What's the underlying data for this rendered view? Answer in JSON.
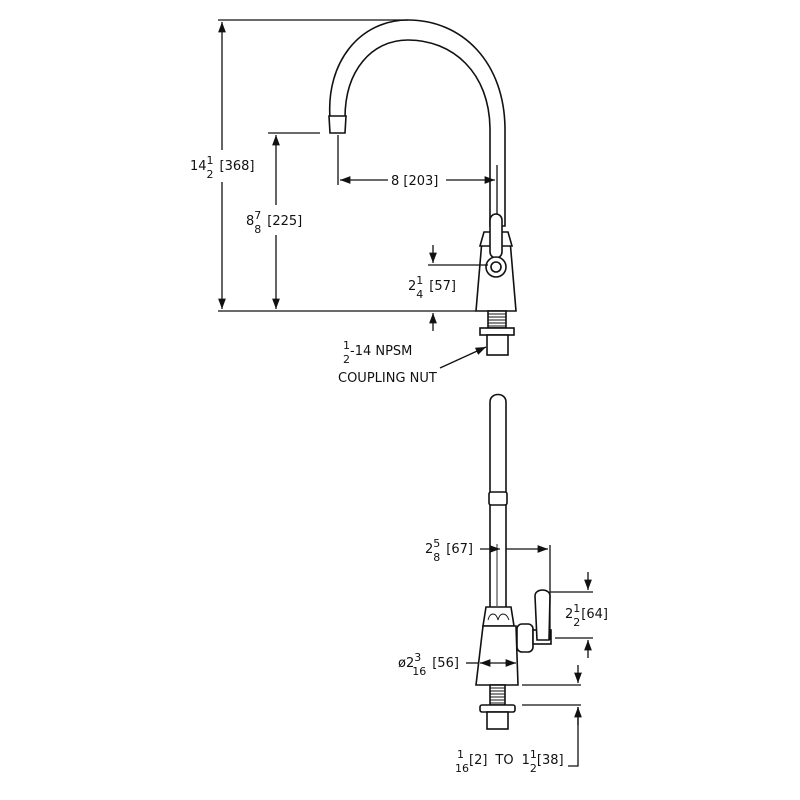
{
  "drawing": {
    "front_view": {
      "overall_height": {
        "whole": "14",
        "num": "1",
        "den": "2",
        "metric": "[368]"
      },
      "spout_height": {
        "whole": "8",
        "num": "7",
        "den": "8",
        "metric": "[225]"
      },
      "spout_reach": {
        "label": "8 [203]"
      },
      "handle_height": {
        "whole": "2",
        "num": "1",
        "den": "4",
        "metric": "[57]"
      },
      "coupling": {
        "num": "1",
        "den": "2",
        "thread": "-14 NPSM",
        "line2": "COUPLING NUT"
      }
    },
    "side_view": {
      "handle_reach": {
        "whole": "2",
        "num": "5",
        "den": "8",
        "metric": "[67]"
      },
      "handle_length": {
        "whole": "2",
        "num": "1",
        "den": "2",
        "metric": "[64]"
      },
      "base_diameter": {
        "prefix": "ø2",
        "num": "3",
        "den": "16",
        "metric": "[56]"
      },
      "deck_range": {
        "num1": "1",
        "den1": "16",
        "metric1": "[2]",
        "to": "TO",
        "whole2": "1",
        "num2": "1",
        "den2": "2",
        "metric2": "[38]"
      }
    }
  }
}
